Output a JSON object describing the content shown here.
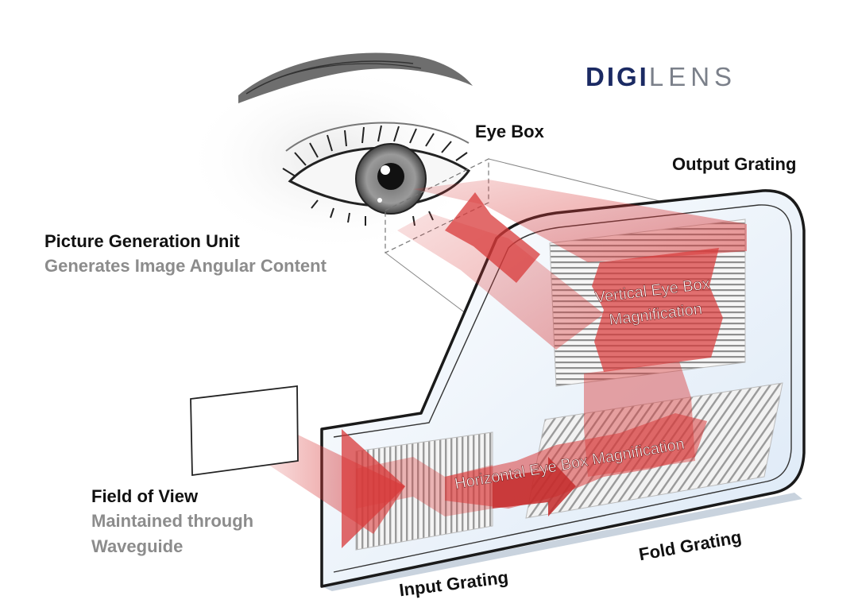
{
  "logo": {
    "part1": "DIGI",
    "part2": "LENS",
    "part1_color": "#1b2a63",
    "part2_color": "#7b808a"
  },
  "labels": {
    "eye_box": "Eye Box",
    "output_grating": "Output Grating",
    "pgu_title": "Picture Generation Unit",
    "pgu_sub": "Generates Image Angular Content",
    "fov_title": "Field of View",
    "fov_sub1": "Maintained through",
    "fov_sub2": "Waveguide",
    "input_grating": "Input Grating",
    "fold_grating": "Fold Grating",
    "vertical_1": "Vertical Eye Box",
    "vertical_2": "Magnification",
    "horizontal": "Horizontal Eye Box Magnification"
  },
  "colors": {
    "beam": "#d83a3a",
    "waveguide_fill": "#eaf2fa",
    "outline": "#1a1a1a"
  }
}
